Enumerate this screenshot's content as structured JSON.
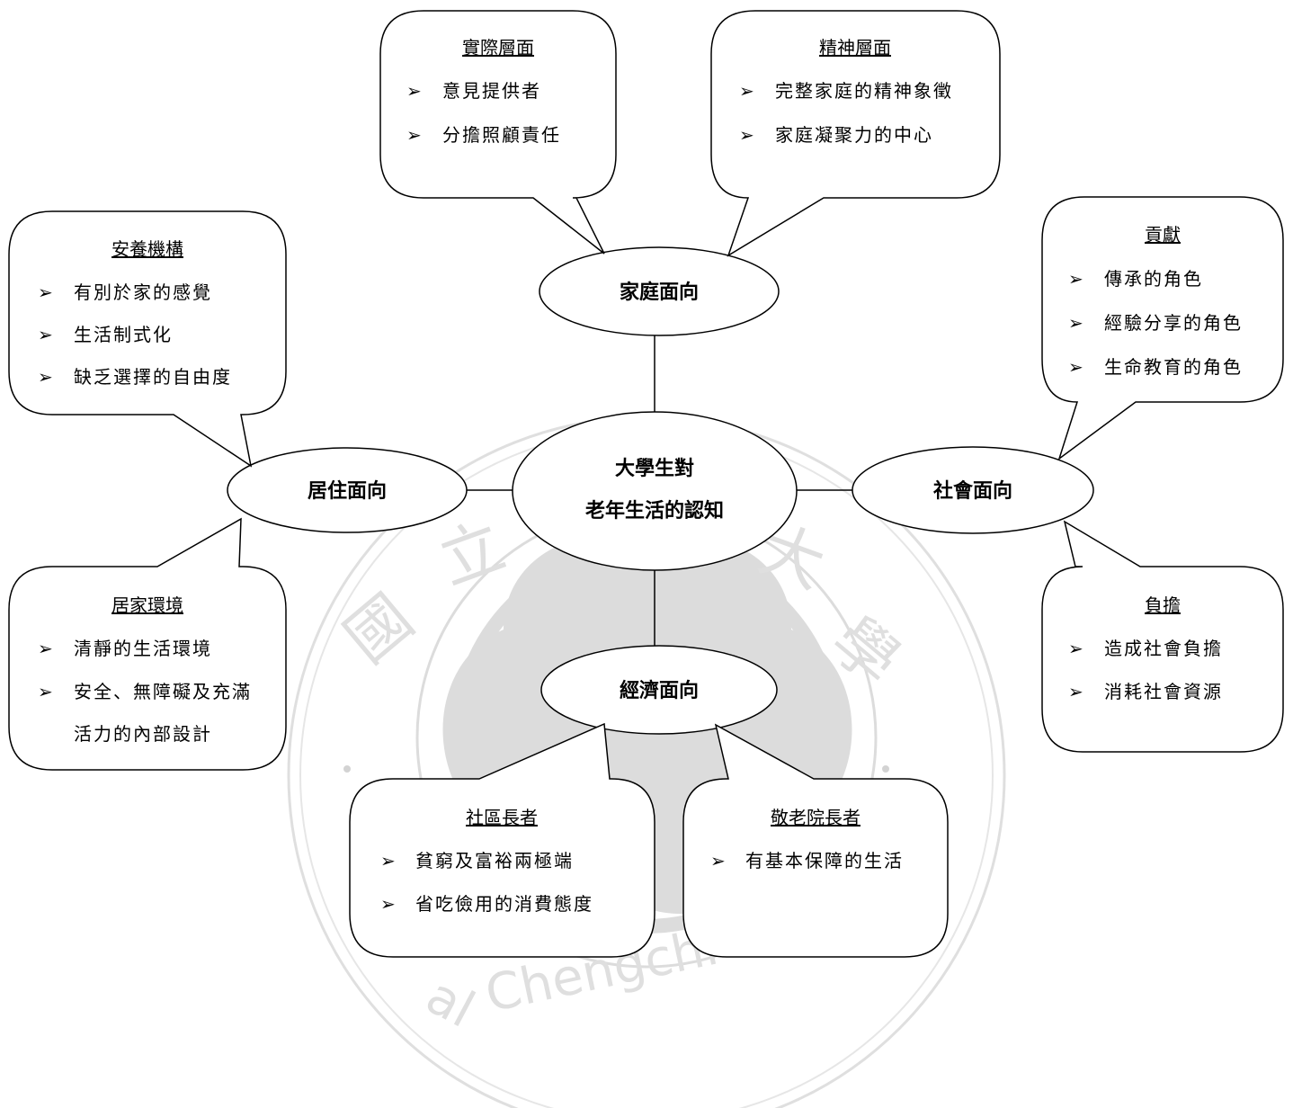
{
  "center": {
    "line1": "大學生對",
    "line2": "老年生活的認知"
  },
  "aspects": {
    "family": "家庭面向",
    "living": "居住面向",
    "social": "社會面向",
    "economic": "經濟面向"
  },
  "bullet": "➢",
  "bubbles": {
    "practical": {
      "title": "實際層面",
      "items": [
        "意見提供者",
        "分擔照顧責任"
      ]
    },
    "spiritual": {
      "title": "精神層面",
      "items": [
        "完整家庭的精神象徵",
        "家庭凝聚力的中心"
      ]
    },
    "institution": {
      "title": "安養機構",
      "items": [
        "有別於家的感覺",
        "生活制式化",
        "缺乏選擇的自由度"
      ]
    },
    "home_env": {
      "title": "居家環境",
      "items": [
        "清靜的生活環境",
        "安全、無障礙及充滿",
        "活力的內部設計"
      ]
    },
    "contribution": {
      "title": "貢獻",
      "items": [
        "傳承的角色",
        "經驗分享的角色",
        "生命教育的角色"
      ]
    },
    "burden": {
      "title": "負擔",
      "items": [
        "造成社會負擔",
        "消耗社會資源"
      ]
    },
    "community": {
      "title": "社區長者",
      "items": [
        "貧窮及富裕兩極端",
        "省吃儉用的消費態度"
      ]
    },
    "nursing_home": {
      "title": "敬老院長者",
      "items": [
        "有基本保障的生活"
      ]
    }
  },
  "watermark": {
    "chars": [
      "國",
      "立",
      "大",
      "學"
    ],
    "english": "Chengchi Un",
    "english_prefix": "al",
    "color": "#d8d8d8"
  }
}
